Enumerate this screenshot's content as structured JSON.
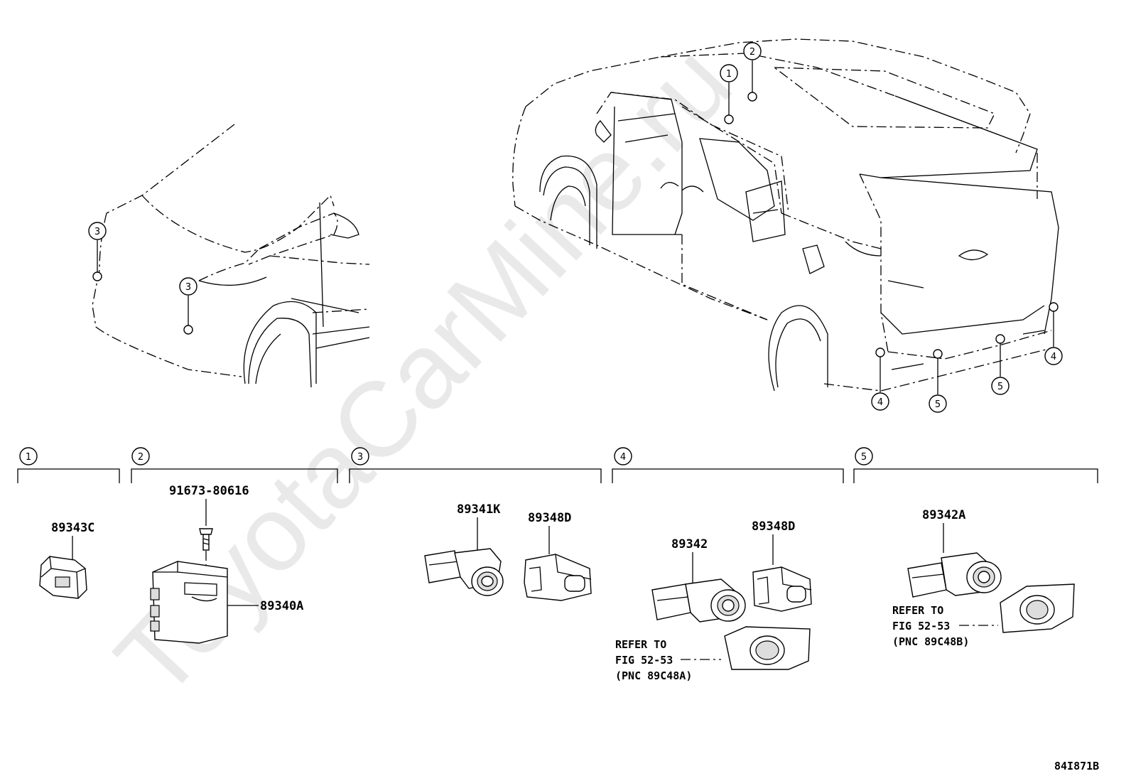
{
  "watermark": "ToyotaCarMine.ru",
  "diagram_code": "84I871B",
  "callouts": [
    "1",
    "2",
    "3",
    "4",
    "5"
  ],
  "groups": [
    {
      "id": "1",
      "parts": [
        "89343C"
      ]
    },
    {
      "id": "2",
      "parts": [
        "91673-80616",
        "89340A"
      ]
    },
    {
      "id": "3",
      "parts": [
        "89341K",
        "89348D"
      ]
    },
    {
      "id": "4",
      "parts": [
        "89342",
        "89348D"
      ],
      "note": [
        "REFER TO",
        "FIG 52-53",
        "(PNC 89C48A)"
      ]
    },
    {
      "id": "5",
      "parts": [
        "89342A"
      ],
      "note": [
        "REFER TO",
        "FIG 52-53",
        "(PNC 89C48B)"
      ]
    }
  ]
}
